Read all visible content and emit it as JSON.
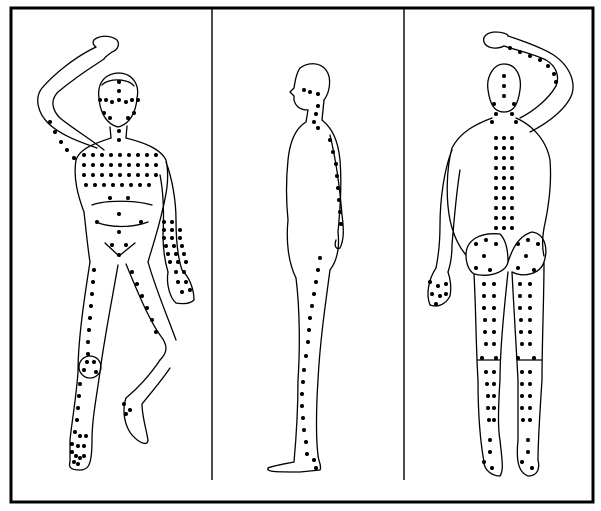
{
  "figure": {
    "views": [
      {
        "id": "front",
        "label": ""
      },
      {
        "id": "side",
        "label": ""
      },
      {
        "id": "back",
        "label": ""
      }
    ],
    "colors": {
      "background": "#ffffff",
      "outline": "#000000",
      "point": "#000000"
    },
    "point_style": "filled-black-dot",
    "figure_style": "line-drawing"
  }
}
